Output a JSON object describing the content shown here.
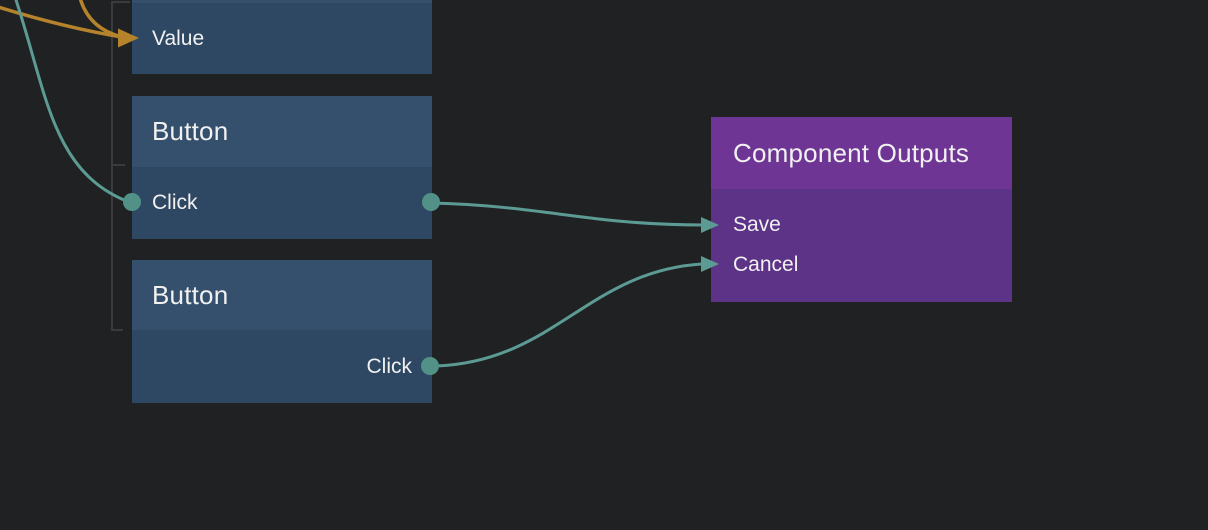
{
  "app": {
    "view": "node-graph-canvas"
  },
  "nodes": {
    "value": {
      "port_label": "Value"
    },
    "button_top": {
      "title": "Button",
      "port_label": "Click"
    },
    "button_bottom": {
      "title": "Button",
      "port_label": "Click"
    },
    "component_outputs": {
      "title": "Component Outputs",
      "ports": [
        "Save",
        "Cancel"
      ]
    }
  },
  "connections": [
    {
      "from": "offscreen-top-left",
      "to": "value-input",
      "color": "#B5832C",
      "end_style": "arrowhead"
    },
    {
      "from": "offscreen-left",
      "to": "value-input",
      "color": "#B5832C",
      "end_style": "arrowhead"
    },
    {
      "from": "offscreen-top",
      "to": "button-top-click-left-port",
      "color": "#5C9B94",
      "end_style": "dot"
    },
    {
      "from": "button-top-click-output",
      "to": "component-outputs-save",
      "color": "#5C9B94",
      "end_style": "dot-to-arrowhead"
    },
    {
      "from": "button-bottom-click-output",
      "to": "component-outputs-cancel",
      "color": "#5C9B94",
      "end_style": "dot-to-arrowhead"
    }
  ],
  "colors": {
    "background": "#202123",
    "node_blue_header": "#35506D",
    "node_blue_row": "#2E4763",
    "node_purple_header": "#6E3594",
    "node_purple_body": "#5C3387",
    "connection_teal": "#5C9B94",
    "connection_orange": "#B5832C",
    "hierarchy_guide_gray": "#3B3B3D",
    "text": "#F1F1F1"
  }
}
